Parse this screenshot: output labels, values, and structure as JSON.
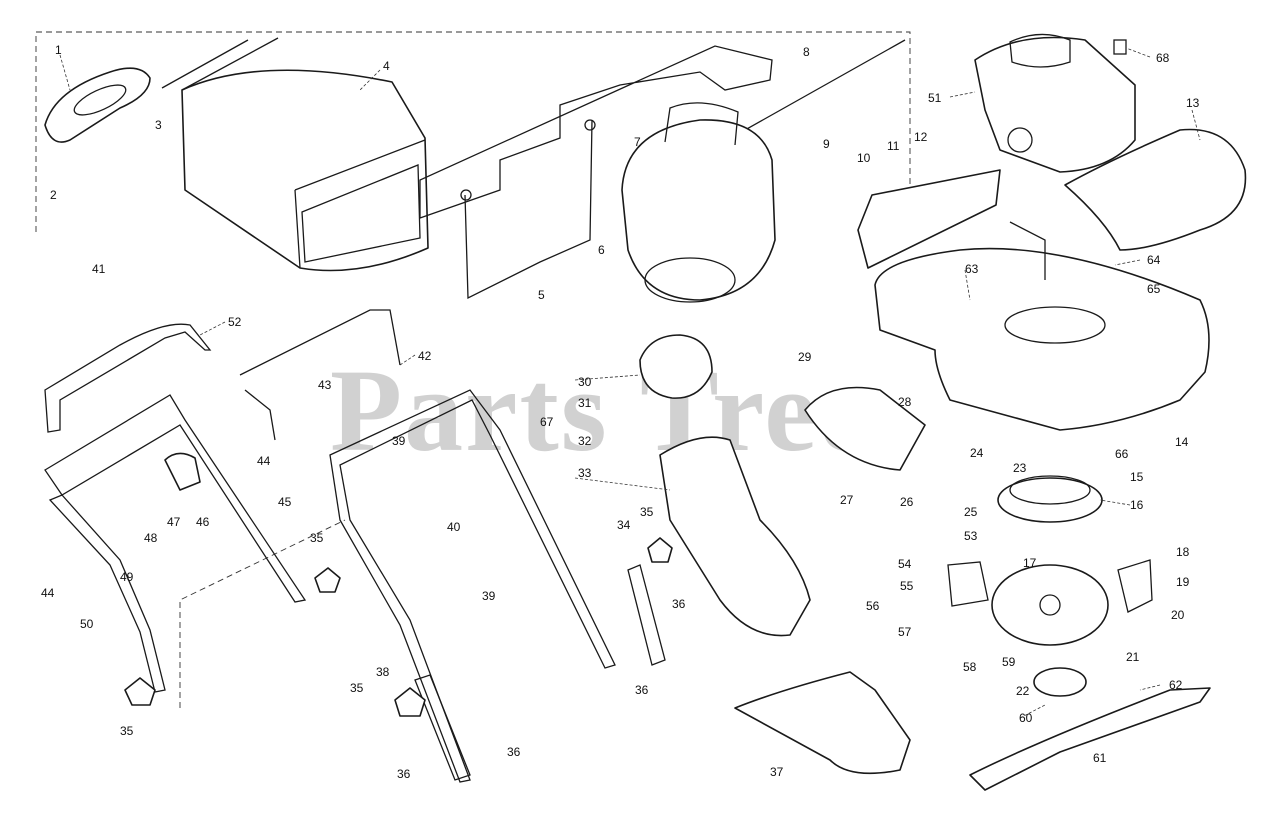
{
  "watermark": {
    "part1": "Parts",
    "part2": "Tree"
  },
  "callouts": {
    "c1": "1",
    "c2": "2",
    "c3": "3",
    "c4": "4",
    "c5": "5",
    "c6": "6",
    "c7": "7",
    "c8": "8",
    "c9": "9",
    "c10": "10",
    "c11": "11",
    "c12": "12",
    "c13": "13",
    "c14": "14",
    "c15": "15",
    "c16": "16",
    "c17": "17",
    "c18": "18",
    "c19": "19",
    "c20": "20",
    "c21": "21",
    "c22": "22",
    "c23": "23",
    "c24": "24",
    "c25": "25",
    "c26": "26",
    "c27": "27",
    "c28": "28",
    "c29": "29",
    "c30": "30",
    "c31": "31",
    "c32": "32",
    "c33": "33",
    "c34": "34",
    "c35": "35",
    "c36": "36",
    "c37": "37",
    "c38": "38",
    "c39": "39",
    "c40": "40",
    "c41": "41",
    "c42": "42",
    "c43": "43",
    "c44": "44",
    "c45": "45",
    "c46": "46",
    "c47": "47",
    "c48": "48",
    "c49": "49",
    "c50": "50",
    "c51": "51",
    "c52": "52",
    "c53": "53",
    "c54": "54",
    "c55": "55",
    "c56": "56",
    "c57": "57",
    "c58": "58",
    "c59": "59",
    "c60": "60",
    "c61": "61",
    "c62": "62",
    "c63": "63",
    "c64": "64",
    "c65": "65",
    "c66": "66",
    "c67": "67",
    "c68": "68"
  }
}
